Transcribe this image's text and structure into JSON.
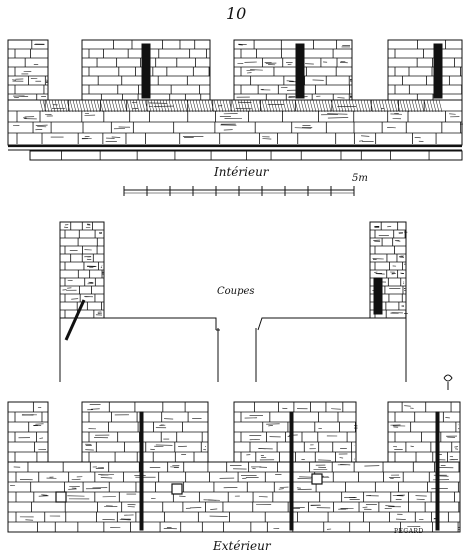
{
  "plate": {
    "figure_number": "10",
    "interior_label": "Intérieur",
    "scale_label": "5m",
    "section_label": "Coupes",
    "exterior_label": "Extérieur",
    "engraver_signature": "PEGARD"
  },
  "colors": {
    "ink": "#111111",
    "paper": "#ffffff"
  }
}
